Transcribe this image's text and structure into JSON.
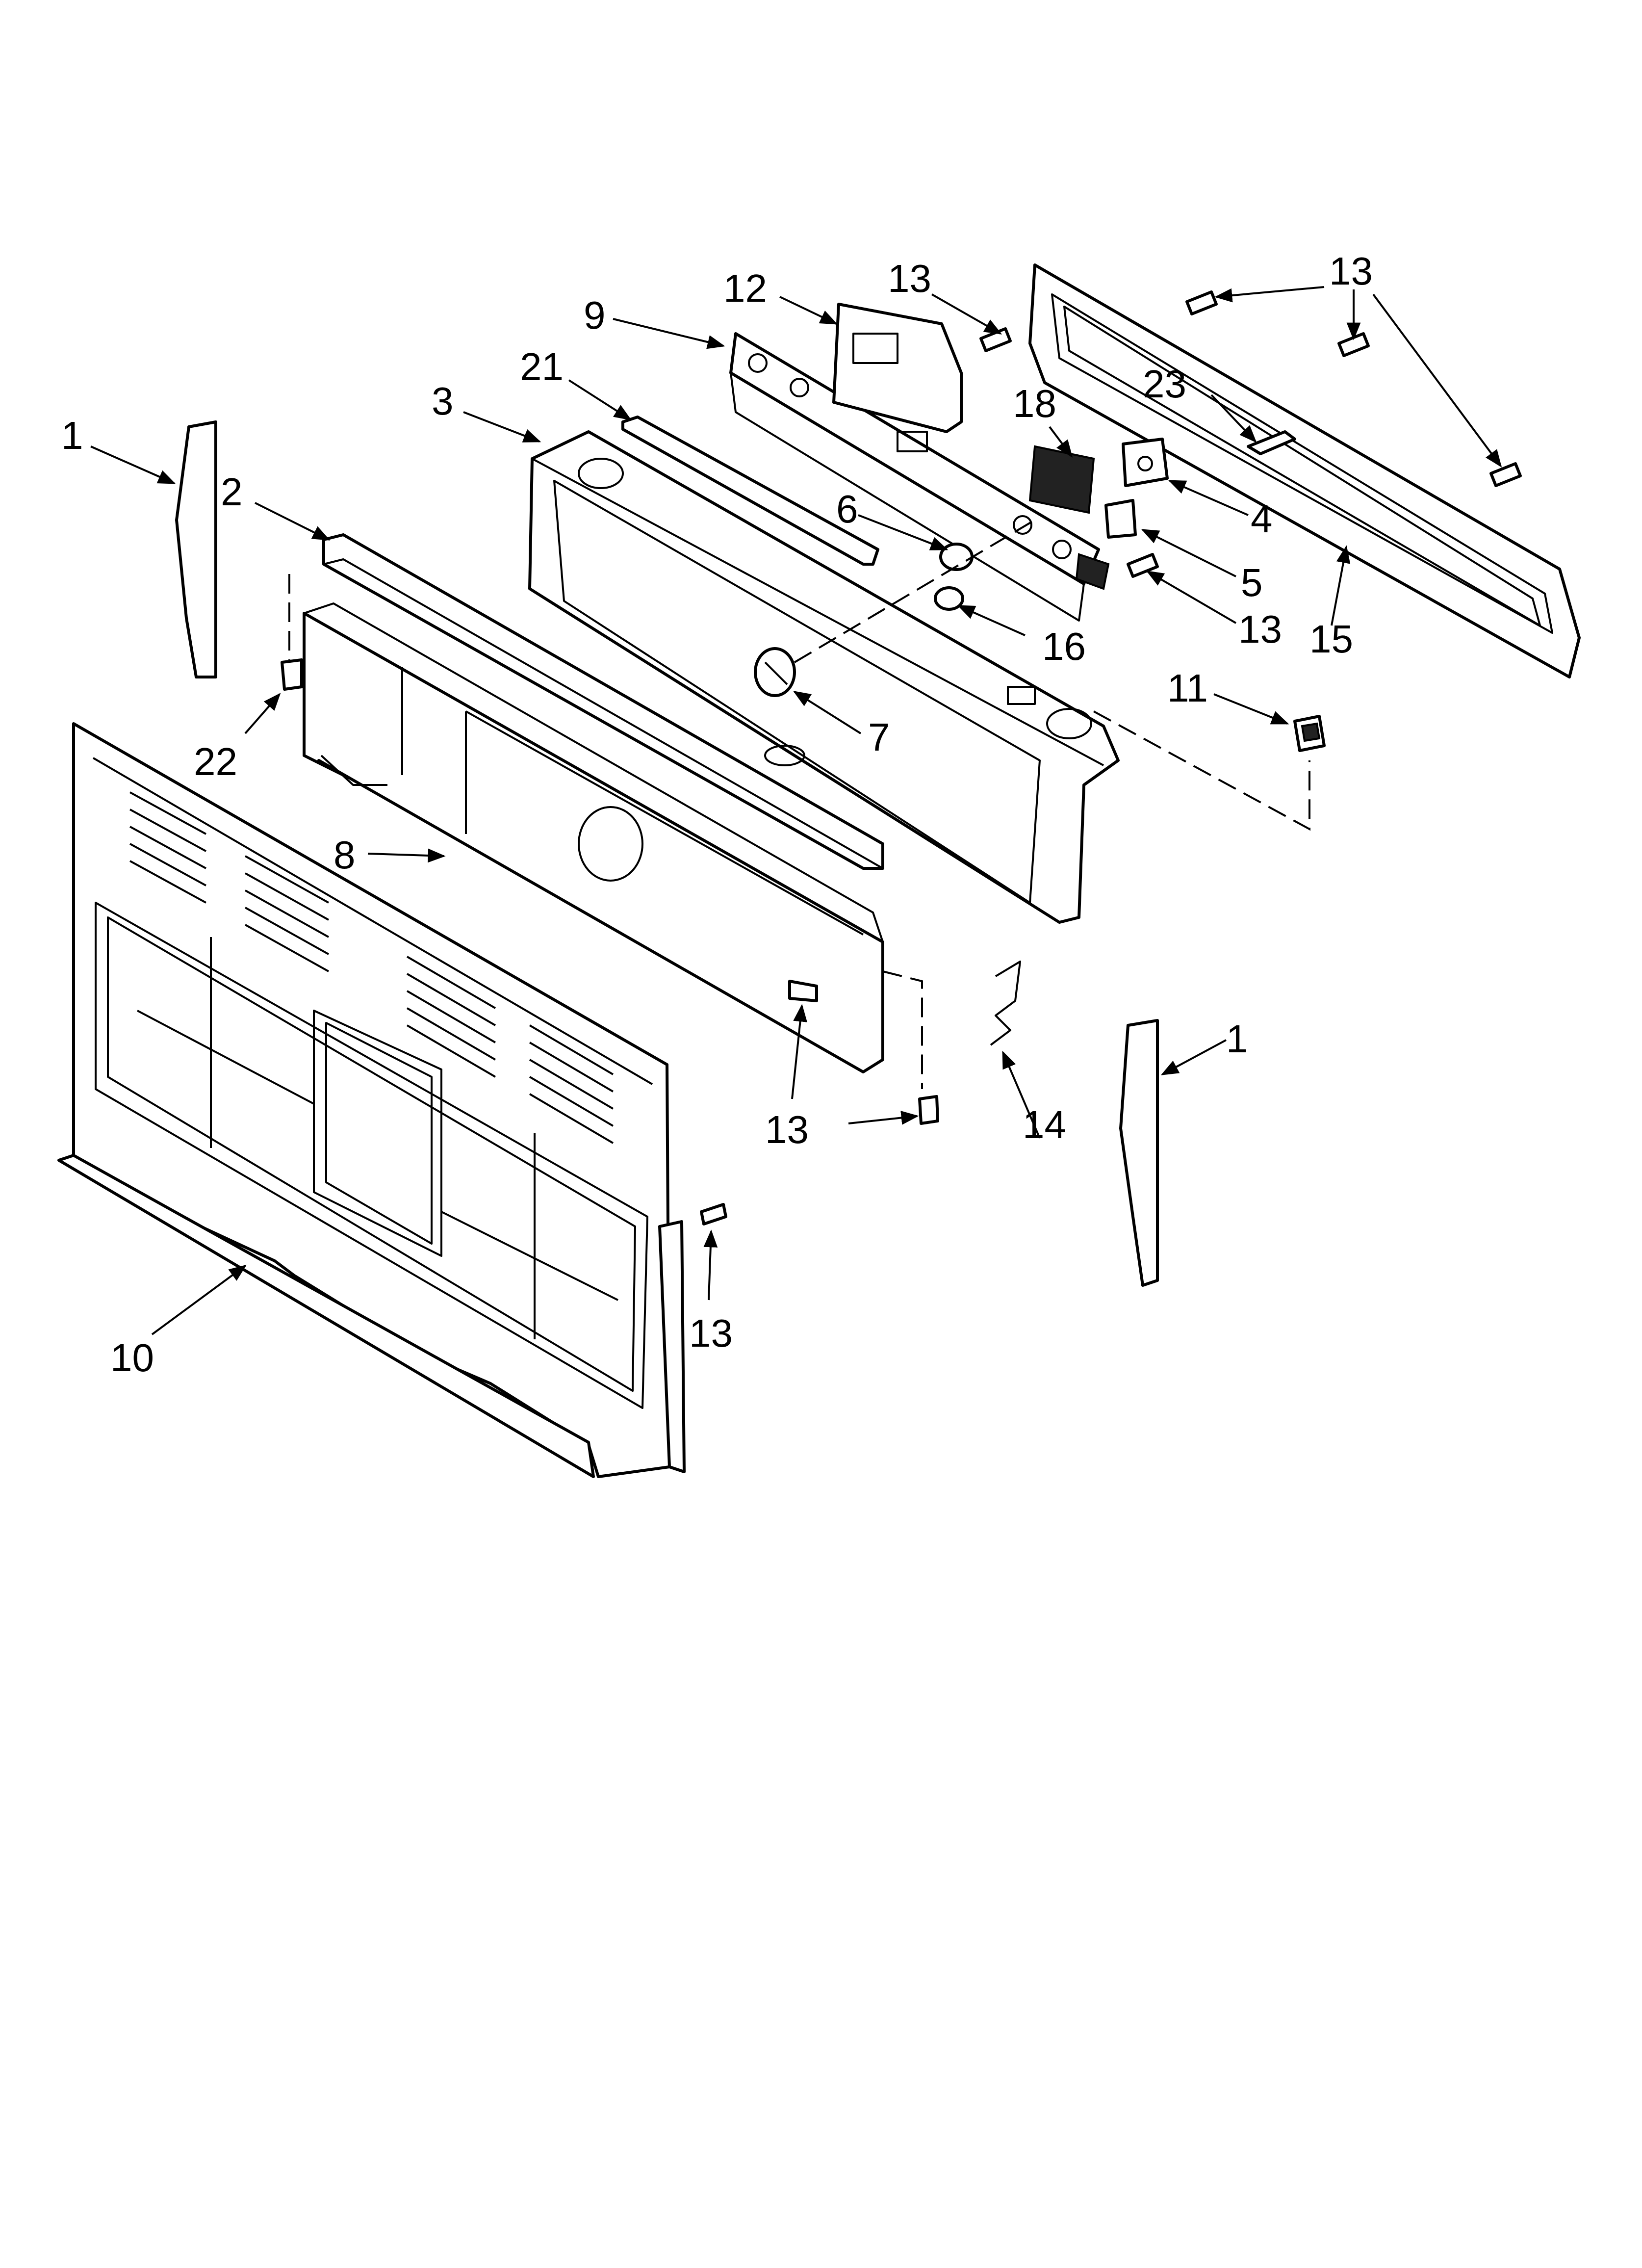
{
  "callouts": [
    {
      "id": "c1a",
      "text": "1"
    },
    {
      "id": "c1b",
      "text": "1"
    },
    {
      "id": "c2",
      "text": "2"
    },
    {
      "id": "c3",
      "text": "3"
    },
    {
      "id": "c4",
      "text": "4"
    },
    {
      "id": "c5",
      "text": "5"
    },
    {
      "id": "c6",
      "text": "6"
    },
    {
      "id": "c7",
      "text": "7"
    },
    {
      "id": "c8",
      "text": "8"
    },
    {
      "id": "c9",
      "text": "9"
    },
    {
      "id": "c10",
      "text": "10"
    },
    {
      "id": "c11",
      "text": "11"
    },
    {
      "id": "c12",
      "text": "12"
    },
    {
      "id": "c13a",
      "text": "13"
    },
    {
      "id": "c13b",
      "text": "13"
    },
    {
      "id": "c13c",
      "text": "13"
    },
    {
      "id": "c13d",
      "text": "13"
    },
    {
      "id": "c13e",
      "text": "13"
    },
    {
      "id": "c14",
      "text": "14"
    },
    {
      "id": "c15",
      "text": "15"
    },
    {
      "id": "c16",
      "text": "16"
    },
    {
      "id": "c18",
      "text": "18"
    },
    {
      "id": "c21",
      "text": "21"
    },
    {
      "id": "c22",
      "text": "22"
    },
    {
      "id": "c23",
      "text": "23"
    }
  ]
}
